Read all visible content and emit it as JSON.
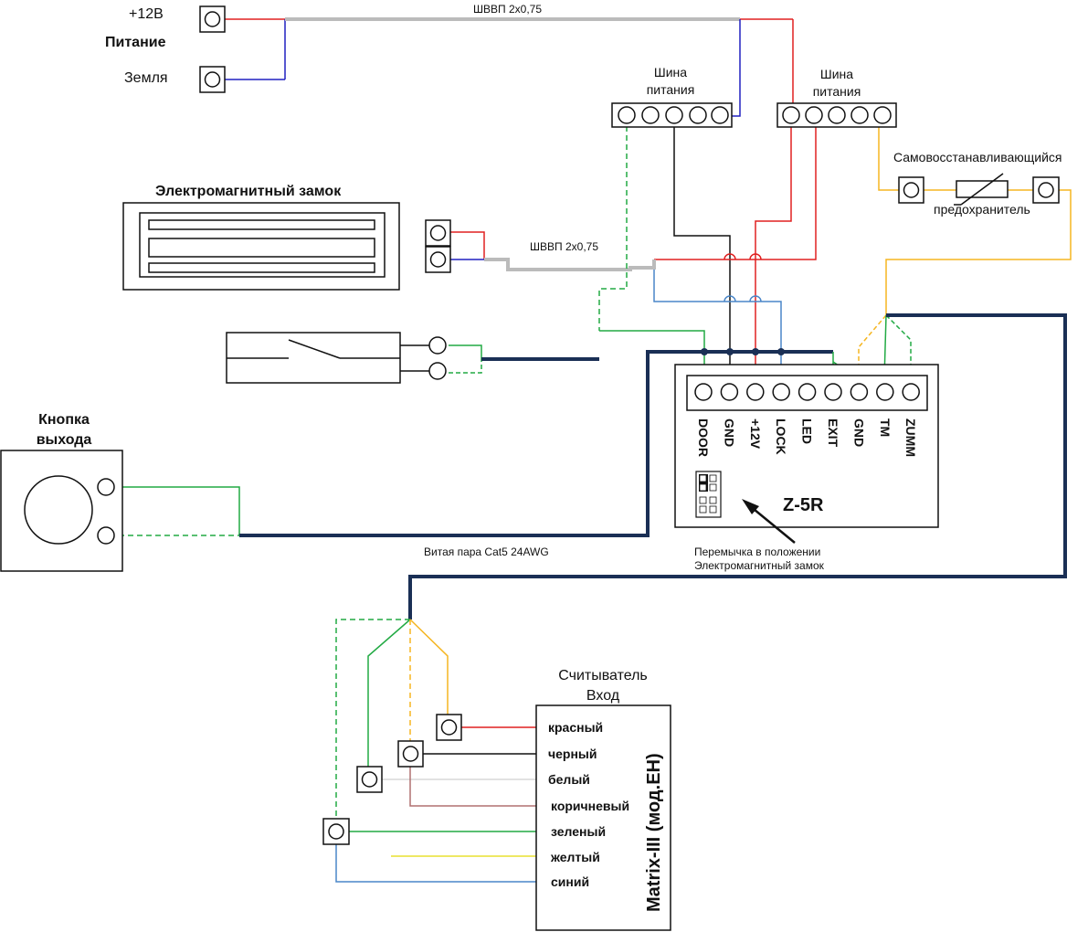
{
  "power": {
    "plus12": "+12В",
    "title": "Питание",
    "ground": "Земля"
  },
  "cable_power": "ШВВП 2х0,75",
  "cable_lock": "ШВВП 2х0,75",
  "cable_twisted": "Витая пара Cat5 24AWG",
  "bus_left": {
    "line1": "Шина",
    "line2": "питания"
  },
  "bus_right": {
    "line1": "Шина",
    "line2": "питания"
  },
  "fuse": {
    "line1": "Самовосстанавливающийся",
    "line2": "предохранитель"
  },
  "lock": {
    "title": "Электромагнитный замок"
  },
  "exit_button": {
    "line1": "Кнопка",
    "line2": "выхода"
  },
  "controller": {
    "name": "Z-5R",
    "terminals": [
      "DOOR",
      "GND",
      "+12V",
      "LOCK",
      "LED",
      "EXIT",
      "GND",
      "TM",
      "ZUMM"
    ]
  },
  "jumper_note": {
    "line1": "Перемычка в положении",
    "line2": "Электромагнитный замок"
  },
  "reader": {
    "title_line1": "Считыватель",
    "title_line2": "Вход",
    "model": "Matrix-III (мод.EH)",
    "wires": [
      "красный",
      "черный",
      "белый",
      "коричневый",
      "зеленый",
      "желтый",
      "синий"
    ]
  },
  "colors": {
    "red": "#e02020",
    "blue": "#2020c0",
    "lightblue": "#4a86c8",
    "green": "#22aa44",
    "orange": "#f5b520",
    "yellow": "#e8e030",
    "black": "#111111",
    "gray": "#bbbbbb",
    "navy": "#1a2f55",
    "brown": "#b07070",
    "white_wire": "#d8d8d8"
  }
}
